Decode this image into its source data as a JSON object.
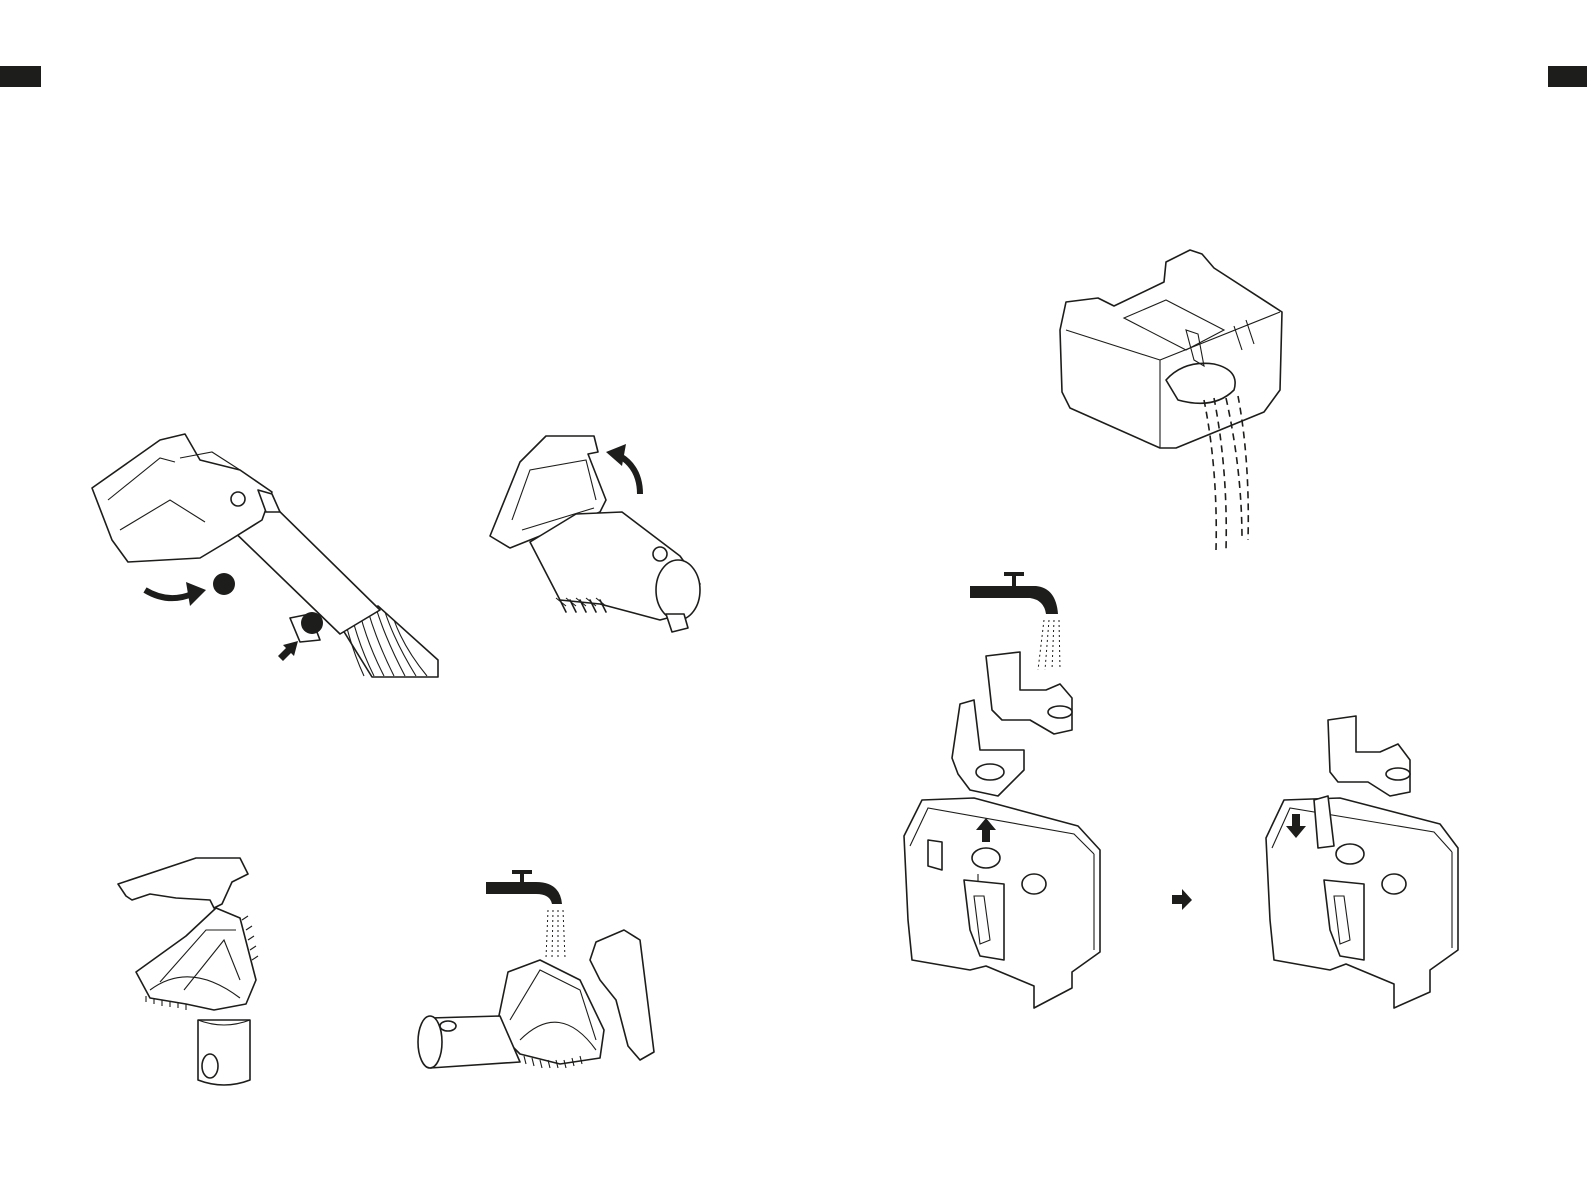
{
  "pages": {
    "left": {
      "figures": [
        {
          "label": "attachment-removal"
        },
        {
          "label": "attachment-open-cover"
        },
        {
          "label": "brush-assembly"
        },
        {
          "label": "brush-rinse-under-tap"
        }
      ]
    },
    "right": {
      "figures": [
        {
          "label": "tank-emptying"
        },
        {
          "label": "tank-parts-rinse"
        },
        {
          "label": "tank-reassemble"
        }
      ]
    }
  },
  "colors": {
    "ink": "#1d1d1b",
    "paper": "#ffffff"
  },
  "icons": [
    "arrow-icon",
    "tap-icon",
    "water-drops-icon",
    "press-point-icon"
  ]
}
